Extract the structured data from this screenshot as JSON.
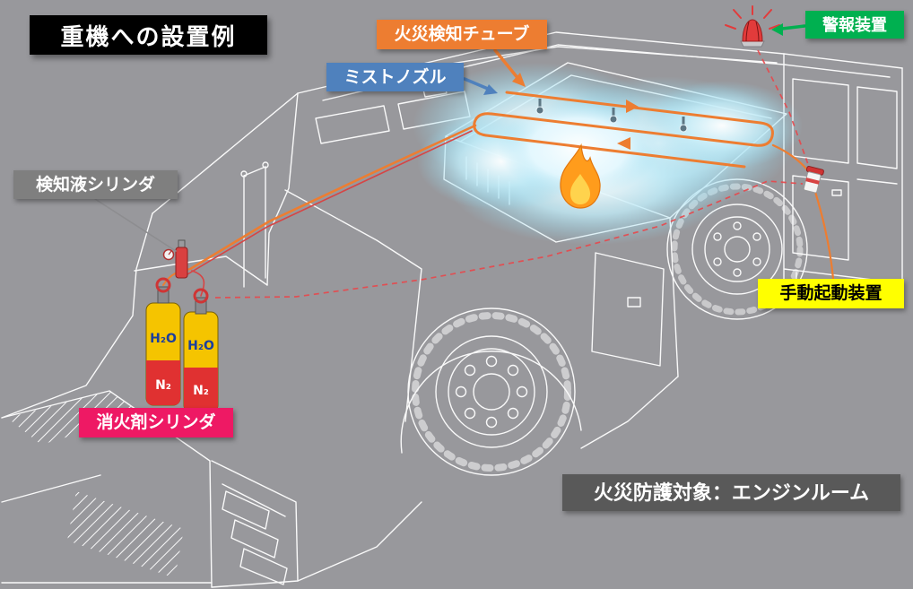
{
  "title": "重機への設置例",
  "labels": {
    "fire_detection_tube": "火災検知チューブ",
    "mist_nozzle": "ミストノズル",
    "alarm_device": "警報装置",
    "detection_cylinder": "検知液シリンダ",
    "manual_device": "手動起動装置",
    "agent_cylinder": "消火剤シリンダ",
    "protection_target": "火災防護対象：エンジンルーム"
  },
  "cylinders": {
    "water": "H₂O",
    "nitrogen": "N₂"
  },
  "colors": {
    "background": "#98989c",
    "title_bg": "#000000",
    "fire_tube_label": "#ed7d31",
    "mist_nozzle_label": "#4f81bd",
    "alarm_label": "#00b050",
    "detection_label": "#7f7f7f",
    "manual_label": "#ffff00",
    "agent_label": "#ee1964",
    "target_label_bg": "#595959",
    "tube_line": "#ed7d31",
    "detection_line_red": "#e8474b",
    "mist_cloud": "#aee4f5",
    "flame_orange": "#ff9c1c",
    "cylinder_yellow": "#f5c400",
    "cylinder_red": "#e03131",
    "vehicle_line": "#ffffff"
  }
}
